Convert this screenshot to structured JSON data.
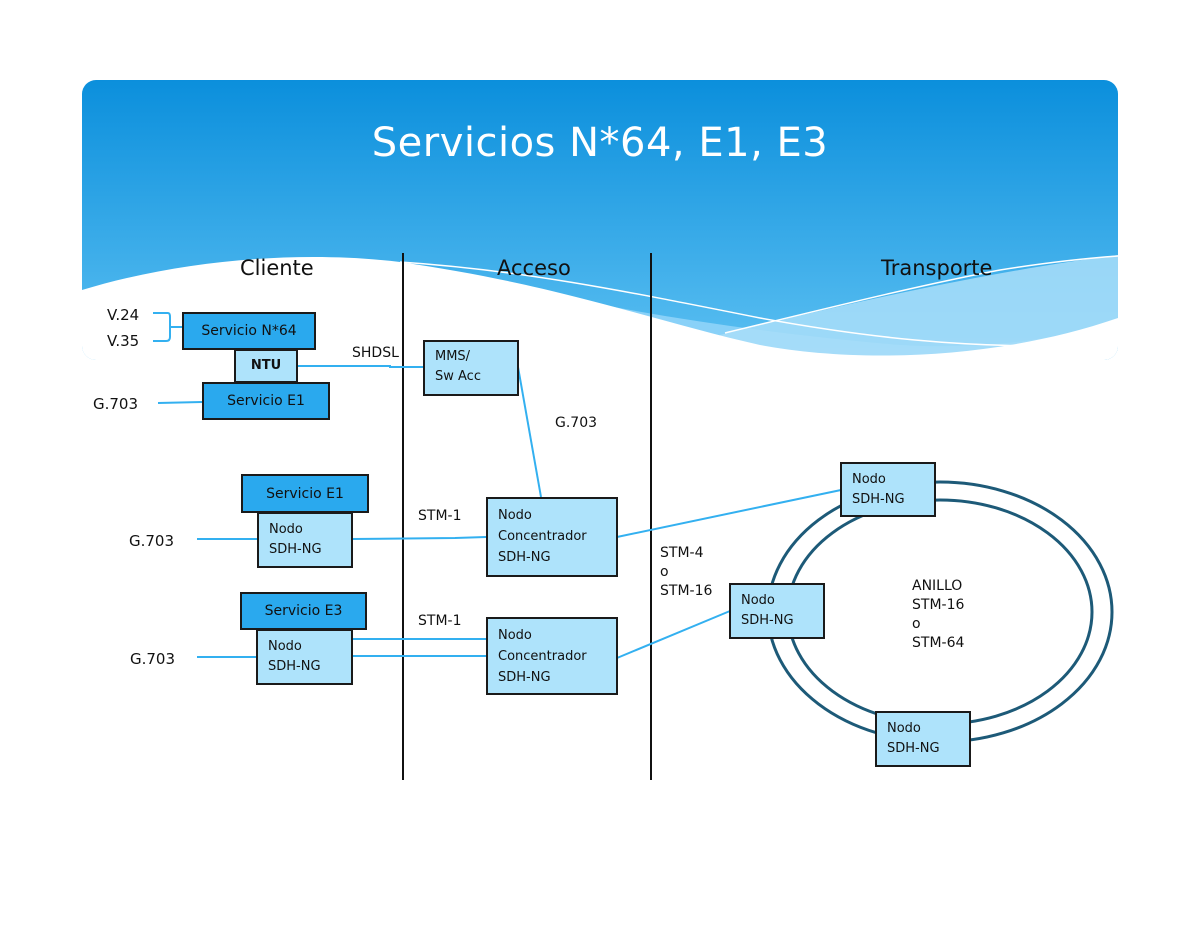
{
  "slide": {
    "title": "Servicios N*64, E1, E3",
    "colors": {
      "banner_top": "#0b8fdc",
      "banner_bottom": "#5cc0f2",
      "service_box": "#2aa9ee",
      "node_box": "#aee3fb",
      "link": "#33b0f0",
      "ring": "#1d5a78"
    }
  },
  "columns": [
    "Cliente",
    "Acceso",
    "Transporte"
  ],
  "client": {
    "group1": {
      "interfaces": [
        "V.24",
        "V.35"
      ],
      "service_n64": "Servicio N*64",
      "ntu": "NTU",
      "service_e1": "Servicio E1",
      "e1_interface": "G.703"
    },
    "group2": {
      "service": "Servicio E1",
      "node": [
        "Nodo",
        "SDH-NG"
      ],
      "interface": "G.703"
    },
    "group3": {
      "service": "Servicio E3",
      "node": [
        "Nodo",
        "SDH-NG"
      ],
      "interface": "G.703"
    }
  },
  "access": {
    "shdsl_label": "SHDSL",
    "mms": [
      "MMS/",
      "Sw Acc"
    ],
    "g703_label": "G.703",
    "stm1_top": "STM-1",
    "stm1_bottom": "STM-1",
    "concentrator_top": [
      "Nodo",
      "Concentrador",
      "SDH-NG"
    ],
    "concentrator_bottom": [
      "Nodo",
      "Concentrador",
      "SDH-NG"
    ]
  },
  "transport": {
    "uplink_label": [
      "STM-4",
      "o",
      "STM-16"
    ],
    "ring_label": [
      "ANILLO",
      "STM-16",
      "o",
      "STM-64"
    ],
    "node_top": [
      "Nodo",
      "SDH-NG"
    ],
    "node_left": [
      "Nodo",
      "SDH-NG"
    ],
    "node_bottom": [
      "Nodo",
      "SDH-NG"
    ]
  }
}
